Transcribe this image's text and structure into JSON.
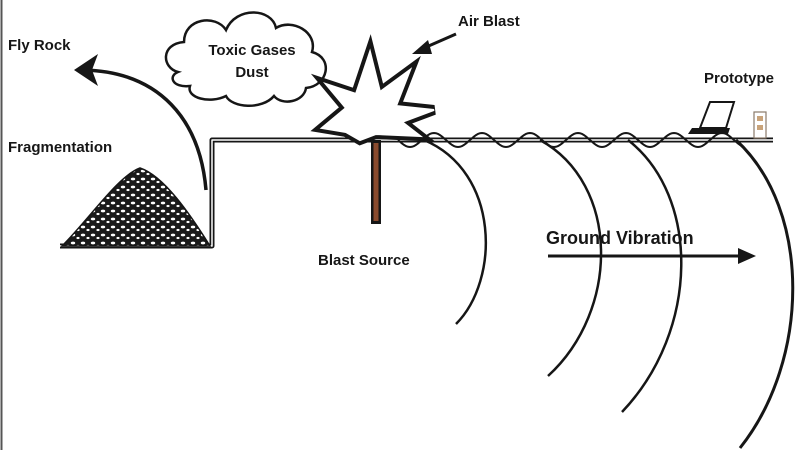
{
  "labels": {
    "fly_rock": "Fly Rock",
    "fragmentation": "Fragmentation",
    "toxic_gases": "Toxic Gases",
    "dust": "Dust",
    "air_blast": "Air Blast",
    "prototype": "Prototype",
    "blast_source": "Blast Source",
    "ground_vibration": "Ground Vibration"
  },
  "colors": {
    "ink": "#161616",
    "borehole": "#8a4b2e",
    "background": "#ffffff"
  },
  "icons": [
    "fly-rock-arrow-icon",
    "rubble-pile-icon",
    "cloud-icon",
    "explosion-icon",
    "air-blast-arrow-icon",
    "laptop-icon",
    "sensor-icon",
    "borehole-icon",
    "vibration-arrow-icon"
  ]
}
